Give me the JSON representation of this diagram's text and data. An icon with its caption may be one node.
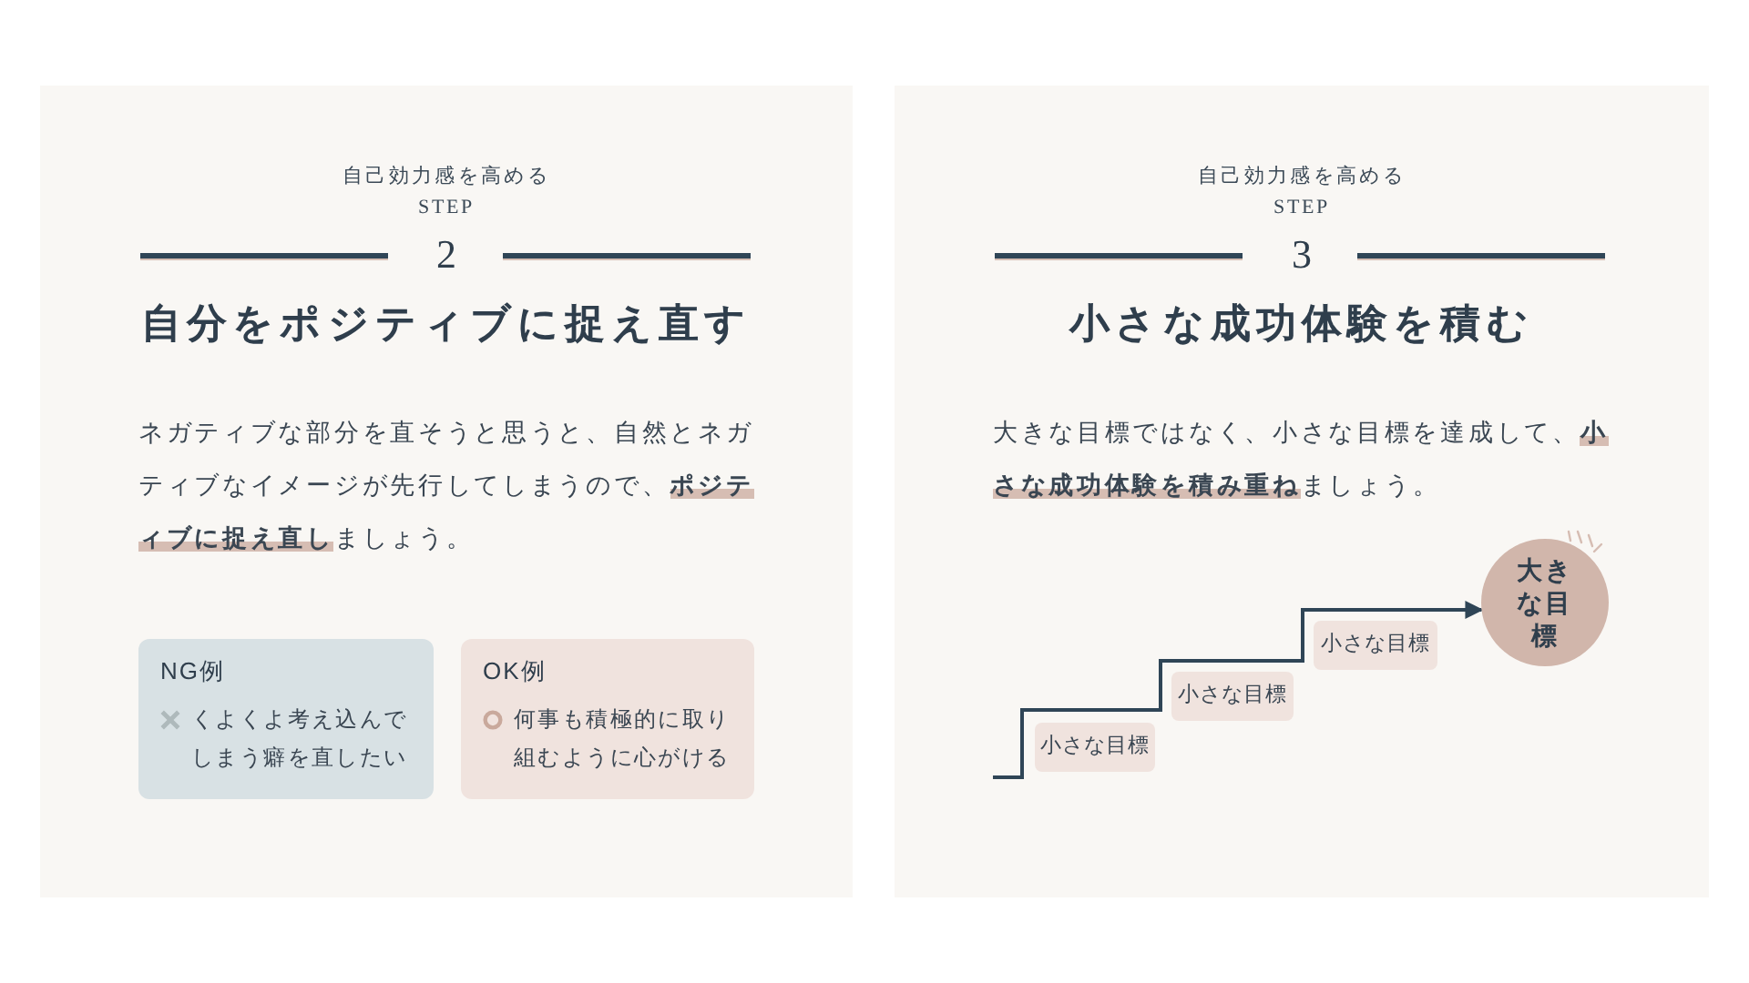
{
  "diagram": {
    "nodes": [
      {
        "text": [
          "自己効力感を高める",
          "STEP",
          "2",
          "自分をポジティブに捉え直す",
          "ネガティブな部分を直そうと思うと、自然とネガティブなイメージが先行してしまうので、**ポジティブに捉え直し**ましょう。"
        ]
      },
      {
        "text": [
          "NG例",
          "くよくよ考え込んでしまう癖を直したい"
        ],
        "in": 0
      },
      {
        "text": [
          "OK例",
          "何事も積極的に取り組むように心がける"
        ],
        "in": 0
      },
      {
        "text": [
          "自己効力感を高める",
          "STEP",
          "3",
          "小さな成功体験を積む",
          "大きな目標ではなく、小さな目標を達成して、**小さな成功体験を積み重ね**ましょう。"
        ]
      },
      {
        "text": [
          "小さな目標"
        ],
        "in": 3
      },
      {
        "text": [
          "小さな目標"
        ],
        "in": 3
      },
      {
        "text": [
          "小さな目標"
        ],
        "in": 3
      },
      {
        "text": [
          "大きな目標"
        ],
        "in": 3
      }
    ],
    "edges": [
      {
        "from": null,
        "to": 7,
        "arrow": "to"
      }
    ]
  }
}
